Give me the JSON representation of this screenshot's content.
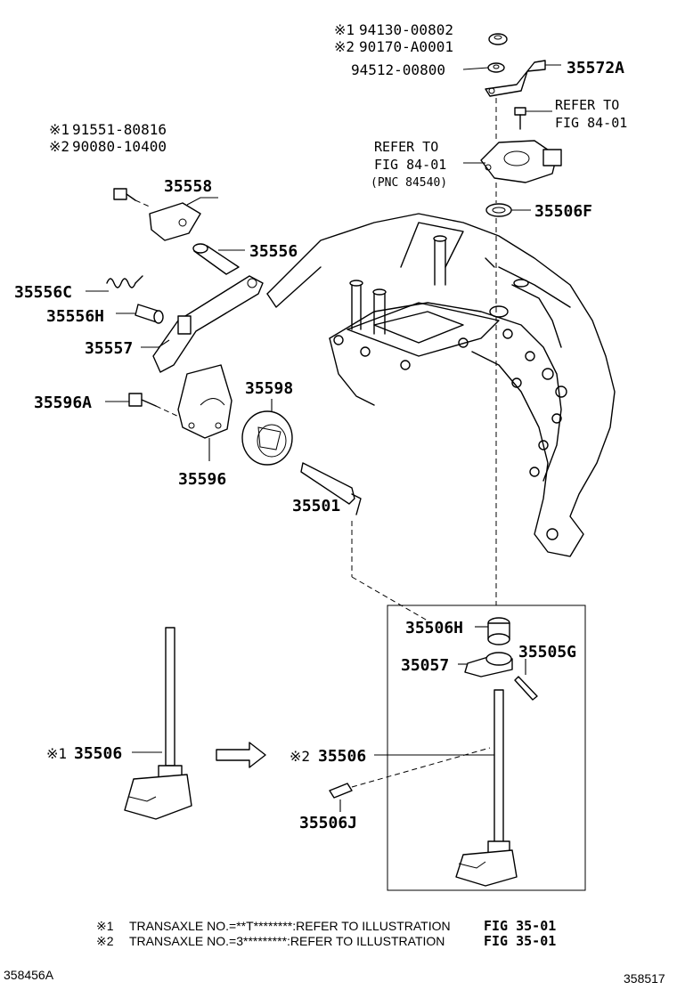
{
  "labels": {
    "l_94130": "94130-00802",
    "l_90170": "90170-A0001",
    "l_94512": "94512-00800",
    "l_35572A": "35572A",
    "refer_to_1": "REFER TO",
    "fig_84_01_1": "FIG 84-01",
    "refer_to_2": "REFER TO",
    "fig_84_01_2": "FIG 84-01",
    "pnc_84540": "(PNC 84540)",
    "l_35506F": "35506F",
    "l_91551": "91551-80816",
    "l_90080": "90080-10400",
    "l_35558": "35558",
    "l_35556": "35556",
    "l_35556C": "35556C",
    "l_35556H": "35556H",
    "l_35557": "35557",
    "l_35596A": "35596A",
    "l_35598": "35598",
    "l_35596": "35596",
    "l_35501": "35501",
    "l_35506H": "35506H",
    "l_35057": "35057",
    "l_35505G": "35505G",
    "l_35506_1": "35506",
    "l_35506_2": "35506",
    "l_35506J": "35506J"
  },
  "marks": {
    "m1": "※1",
    "m2": "※2"
  },
  "notes": {
    "note1_mark": "※1",
    "note1_text": "TRANSAXLE NO.=**T********:REFER TO ILLUSTRATION",
    "note1_ref": "FIG 35-01",
    "note2_mark": "※2",
    "note2_text": "TRANSAXLE NO.=3*********:REFER TO ILLUSTRATION",
    "note2_ref": "FIG 35-01"
  },
  "codes": {
    "left": "358456A",
    "right": "358517"
  }
}
